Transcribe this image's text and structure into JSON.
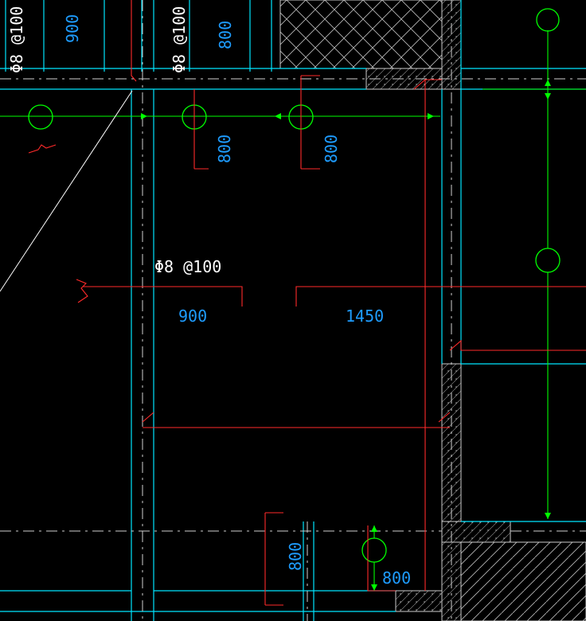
{
  "drawing": {
    "colors": {
      "background": "#000000",
      "beam": "#00e5ff",
      "axis": "#00ff00",
      "rebar": "#ff2a2a",
      "dim_text": "#1e9cff",
      "label_text": "#ffffff",
      "wall_hatch": "#c8c8c8",
      "dash": "#cfcfcf"
    },
    "labels": {
      "rebar_spec_top_left": "Φ8 @100",
      "rebar_spec_top_mid": "Φ8 @100",
      "rebar_spec_center": "Φ8 @100",
      "dim_900_top": "900",
      "dim_800_top": "800",
      "dim_800_axis_b": "800",
      "dim_800_axis_c": "800",
      "dim_900_center": "900",
      "dim_1450_center": "1450",
      "dim_800_bottom_left": "800",
      "dim_800_bottom_right": "800"
    }
  }
}
